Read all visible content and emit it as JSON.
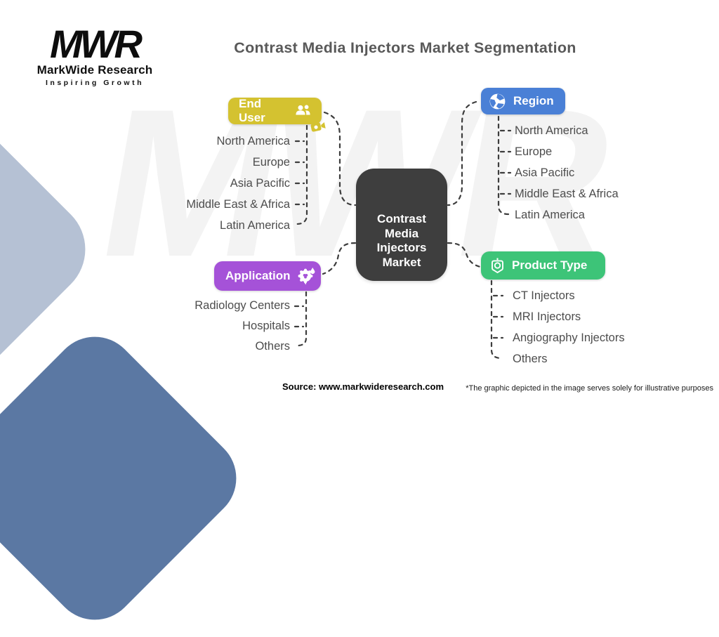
{
  "logo": {
    "mark": "MWR",
    "company": "MarkWide Research",
    "tagline": "Inspiring Growth"
  },
  "title": "Contrast Media Injectors Market Segmentation",
  "watermark": "MWR",
  "center_node": {
    "lines": [
      "Contrast",
      "Media",
      "Injectors",
      "Market"
    ]
  },
  "branches": [
    {
      "label": "End User",
      "icon": "users-icon",
      "color": "#d4c230",
      "items": [
        "North America",
        "Europe",
        "Asia Pacific",
        "Middle East & Africa",
        "Latin America"
      ]
    },
    {
      "label": "Region",
      "icon": "globe-icon",
      "color": "#4a80d6",
      "items": [
        "North America",
        "Europe",
        "Asia Pacific",
        "Middle East & Africa",
        "Latin America"
      ]
    },
    {
      "label": "Application",
      "icon": "gear-bubble-icon",
      "color": "#a552d8",
      "items": [
        "Radiology Centers",
        "Hospitals",
        "Others"
      ]
    },
    {
      "label": "Product Type",
      "icon": "seal-tag-icon",
      "color": "#3dc478",
      "items": [
        "CT Injectors",
        "MRI Injectors",
        "Angiography Injectors",
        "Others"
      ]
    }
  ],
  "footer": {
    "source": "Source: www.markwideresearch.com",
    "disclaimer": "*The graphic depicted in the image serves solely for illustrative purposes"
  },
  "colors": {
    "node_bg": "#3e3e3e",
    "end_user": "#d4c230",
    "region": "#4a80d6",
    "application": "#a552d8",
    "product_type": "#3dc478",
    "connector": "#3d3d3d",
    "shape_light": "#b5c1d4",
    "shape_dark": "#5b78a3"
  }
}
